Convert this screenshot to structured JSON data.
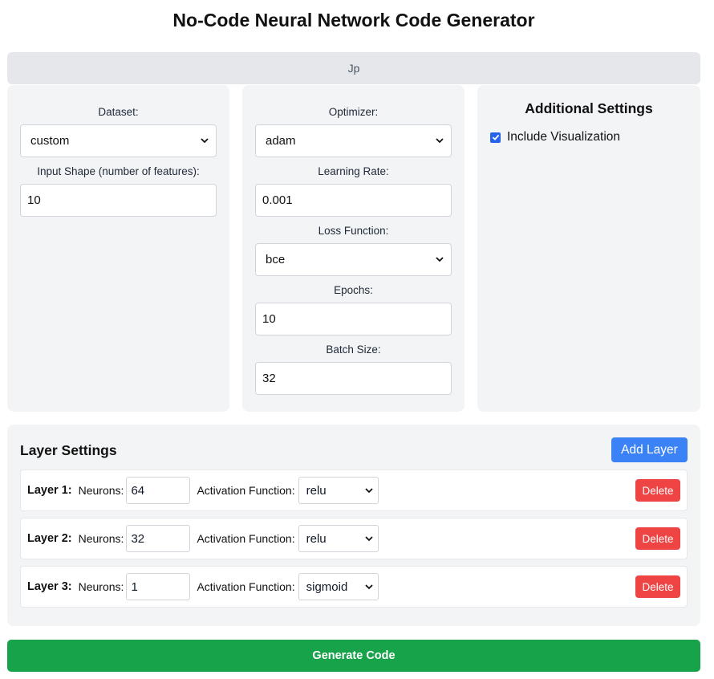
{
  "app": {
    "title": "No-Code Neural Network Code Generator"
  },
  "user_bar": {
    "label": "Jp"
  },
  "dataset_panel": {
    "dataset_label": "Dataset:",
    "dataset_value": "custom",
    "input_shape_label": "Input Shape (number of features):",
    "input_shape_value": "10"
  },
  "training_panel": {
    "optimizer_label": "Optimizer:",
    "optimizer_value": "adam",
    "learning_rate_label": "Learning Rate:",
    "learning_rate_value": "0.001",
    "loss_label": "Loss Function:",
    "loss_value": "bce",
    "epochs_label": "Epochs:",
    "epochs_value": "10",
    "batch_size_label": "Batch Size:",
    "batch_size_value": "32"
  },
  "additional": {
    "title": "Additional Settings",
    "visualization_label": "Include Visualization",
    "visualization_checked": true
  },
  "layers": {
    "title": "Layer Settings",
    "add_button": "Add Layer",
    "neurons_label": "Neurons:",
    "activation_label": "Activation Function:",
    "delete_label": "Delete",
    "items": [
      {
        "name": "Layer 1:",
        "neurons": "64",
        "activation": "relu"
      },
      {
        "name": "Layer 2:",
        "neurons": "32",
        "activation": "relu"
      },
      {
        "name": "Layer 3:",
        "neurons": "1",
        "activation": "sigmoid"
      }
    ]
  },
  "generate_button": "Generate Code",
  "colors": {
    "accent_blue": "#3b82f6",
    "danger_red": "#ef4444",
    "success_green": "#16a34a",
    "panel_bg": "#f3f4f6"
  }
}
